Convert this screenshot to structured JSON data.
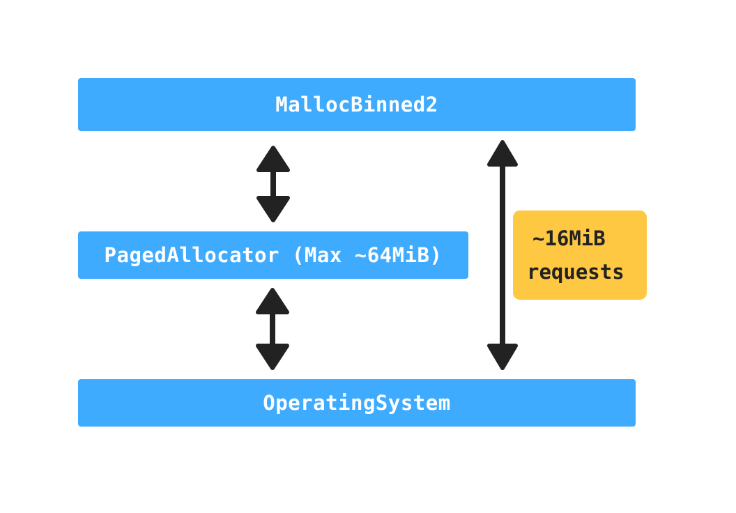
{
  "nodes": {
    "malloc": {
      "label": "MallocBinned2"
    },
    "paged": {
      "label": "PagedAllocator (Max ~64MiB)"
    },
    "os": {
      "label": "OperatingSystem"
    }
  },
  "note": {
    "line1": "~16MiB",
    "line2": "requests"
  },
  "edges": [
    {
      "from": "malloc",
      "to": "paged",
      "direction": "bidirectional"
    },
    {
      "from": "paged",
      "to": "os",
      "direction": "bidirectional"
    },
    {
      "from": "malloc",
      "to": "os",
      "direction": "bidirectional",
      "annotation": "note"
    }
  ],
  "colors": {
    "box": "#3fabff",
    "note": "#ffc843",
    "arrow": "#222222",
    "box_text": "#ffffff",
    "note_text": "#222222"
  }
}
